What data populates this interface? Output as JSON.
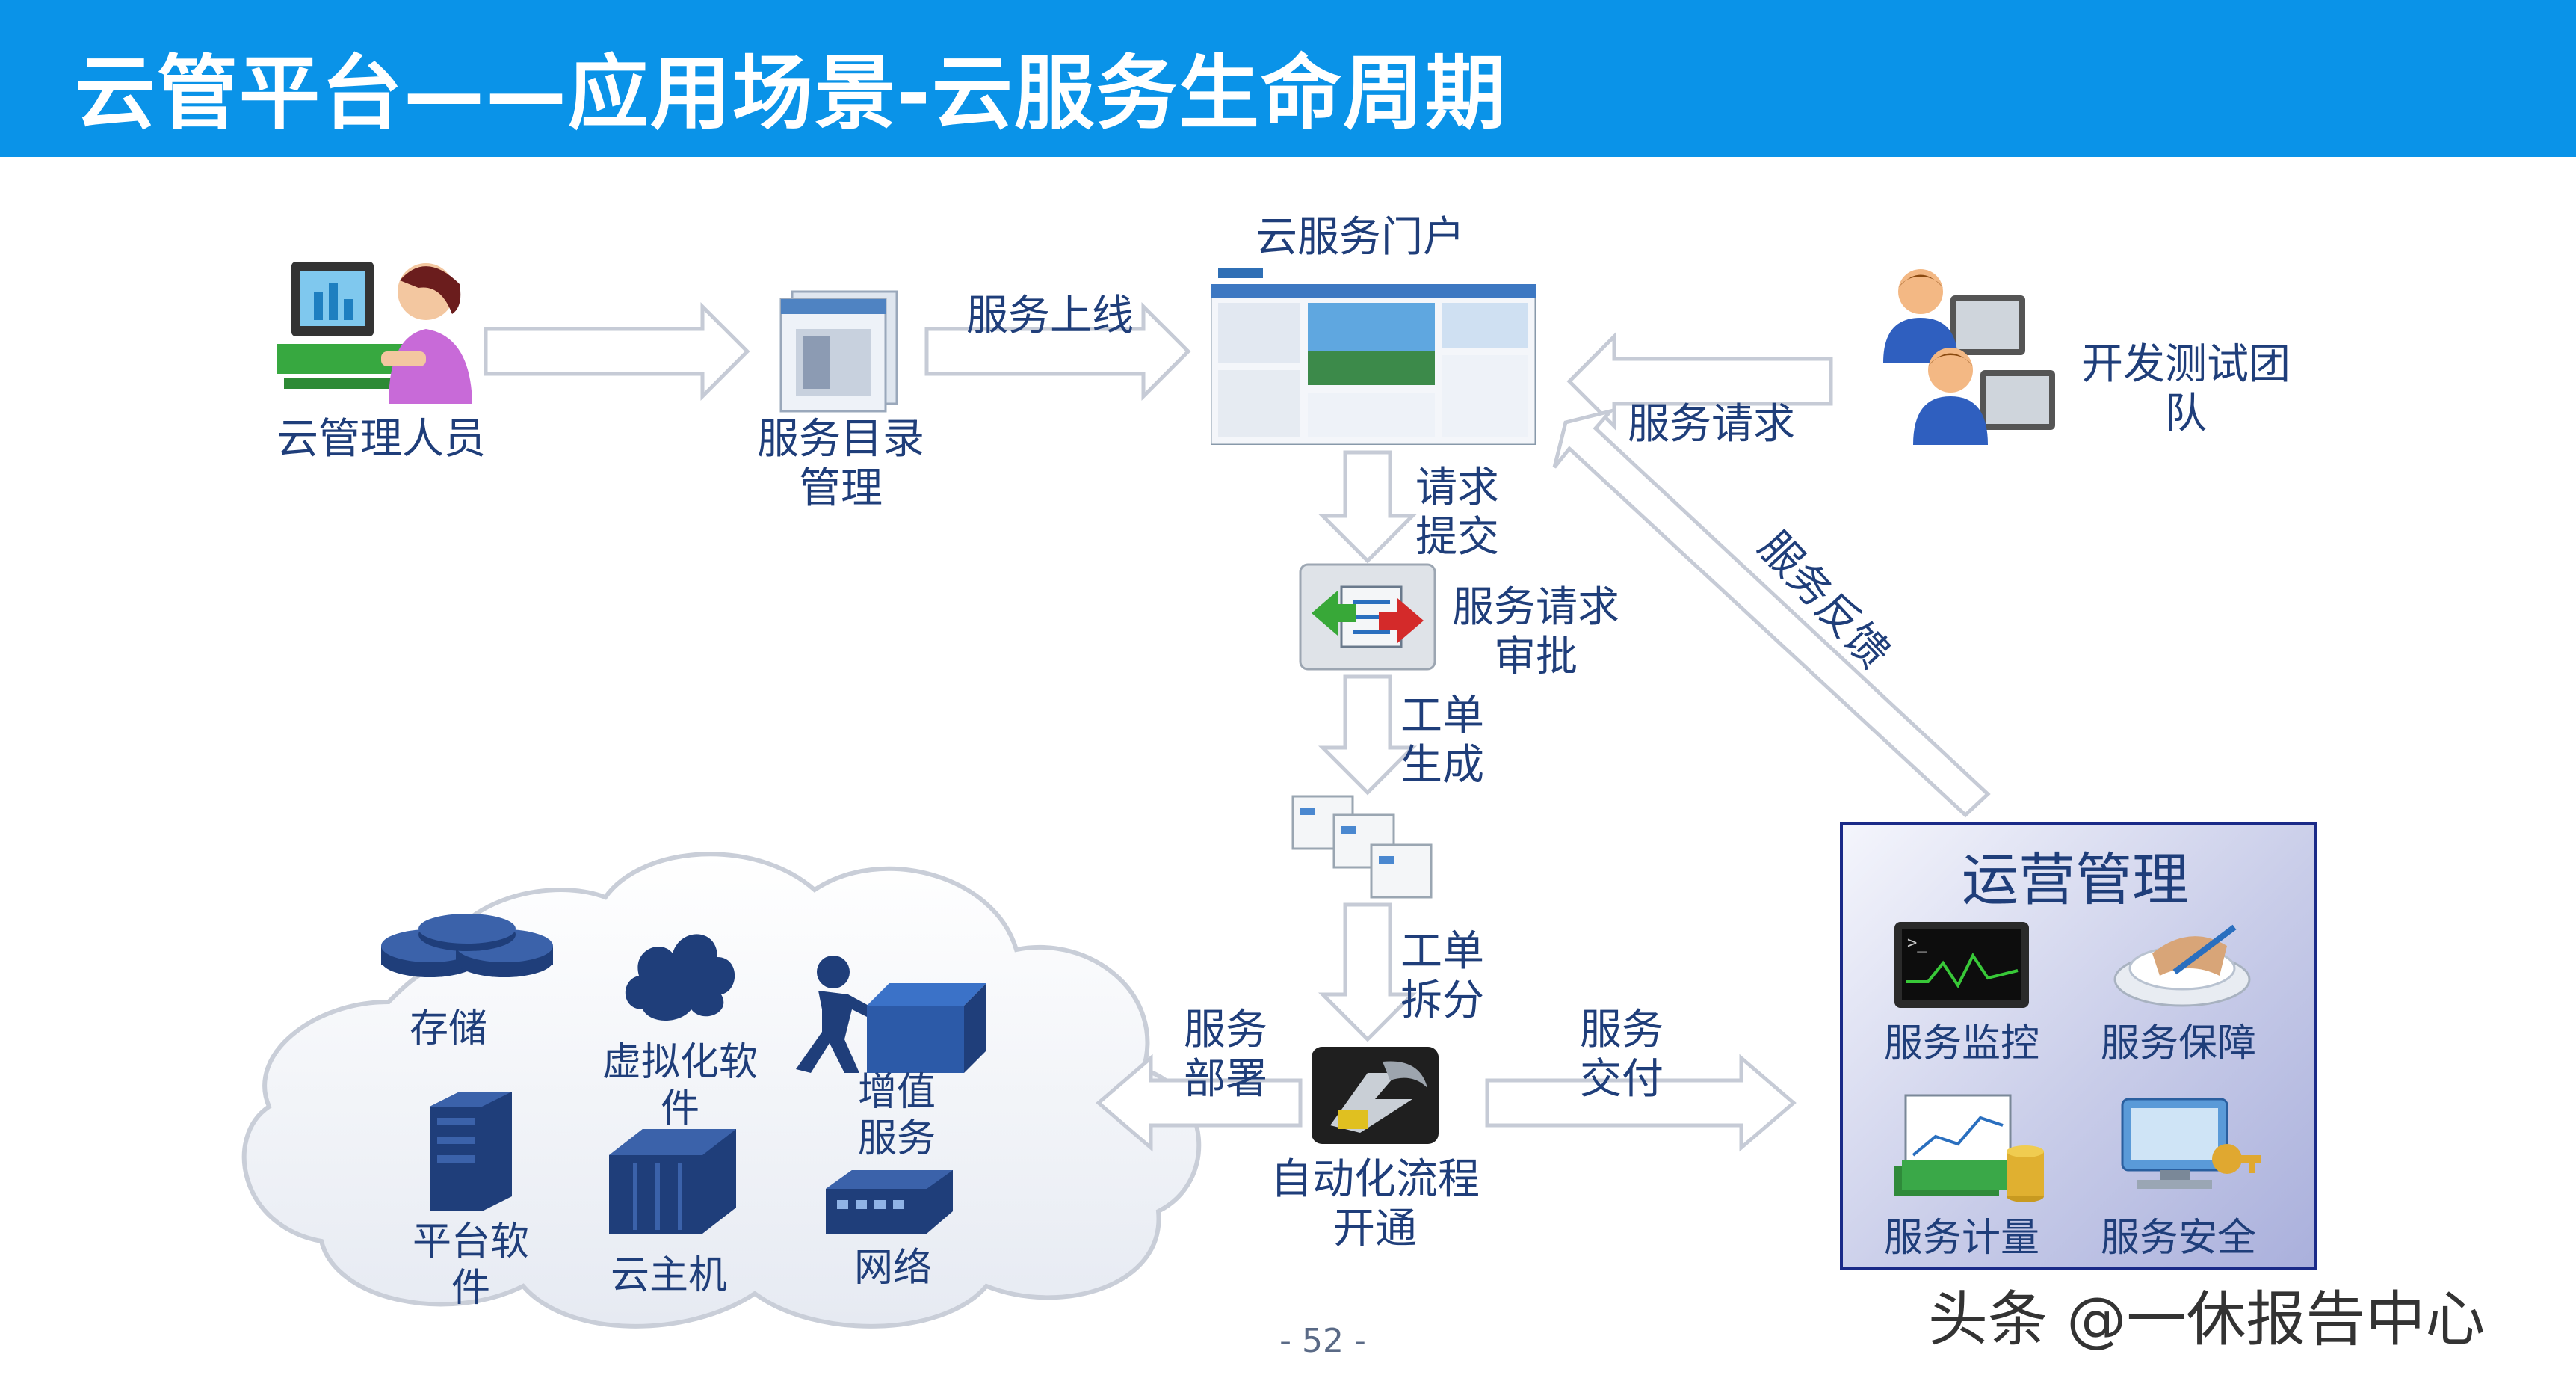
{
  "page": {
    "title": "云管平台——应用场景-云服务生命周期",
    "page_number": "- 52 -",
    "watermark": "头条 @一休报告中心"
  },
  "nodes": {
    "cloud_admin": "云管理人员",
    "catalog": [
      "服务目录",
      "管理"
    ],
    "portal": "云服务门户",
    "dev_team": [
      "开发测试团",
      "队"
    ],
    "approval": [
      "服务请求",
      "审批"
    ],
    "automation": [
      "自动化流程",
      "开通"
    ],
    "ops": {
      "title": "运营管理",
      "items": [
        "服务监控",
        "服务保障",
        "服务计量",
        "服务安全"
      ]
    },
    "cloud": {
      "items": [
        "存储",
        "虚拟化软件",
        "增值服务",
        "平台软件",
        "云主机",
        "网络"
      ],
      "virtualization": [
        "虚拟化软",
        "件"
      ],
      "value_added": [
        "增值",
        "服务"
      ],
      "platform": [
        "平台软",
        "件"
      ]
    }
  },
  "edges": {
    "online": "服务上线",
    "request": "服务请求",
    "feedback": "服务反馈",
    "submit": [
      "请求",
      "提交"
    ],
    "ticket_gen": [
      "工单",
      "生成"
    ],
    "ticket_split": [
      "工单",
      "拆分"
    ],
    "deploy": [
      "服务",
      "部署"
    ],
    "deliver": [
      "服务",
      "交付"
    ]
  },
  "colors": {
    "title_bar": "#0a93e8",
    "label_text": "#1f3e7a",
    "icon_navy": "#1f3e7a",
    "arrow_fill": "#ffffff",
    "arrow_stroke": "#c6cbd6",
    "ops_border": "#1a2a88"
  }
}
